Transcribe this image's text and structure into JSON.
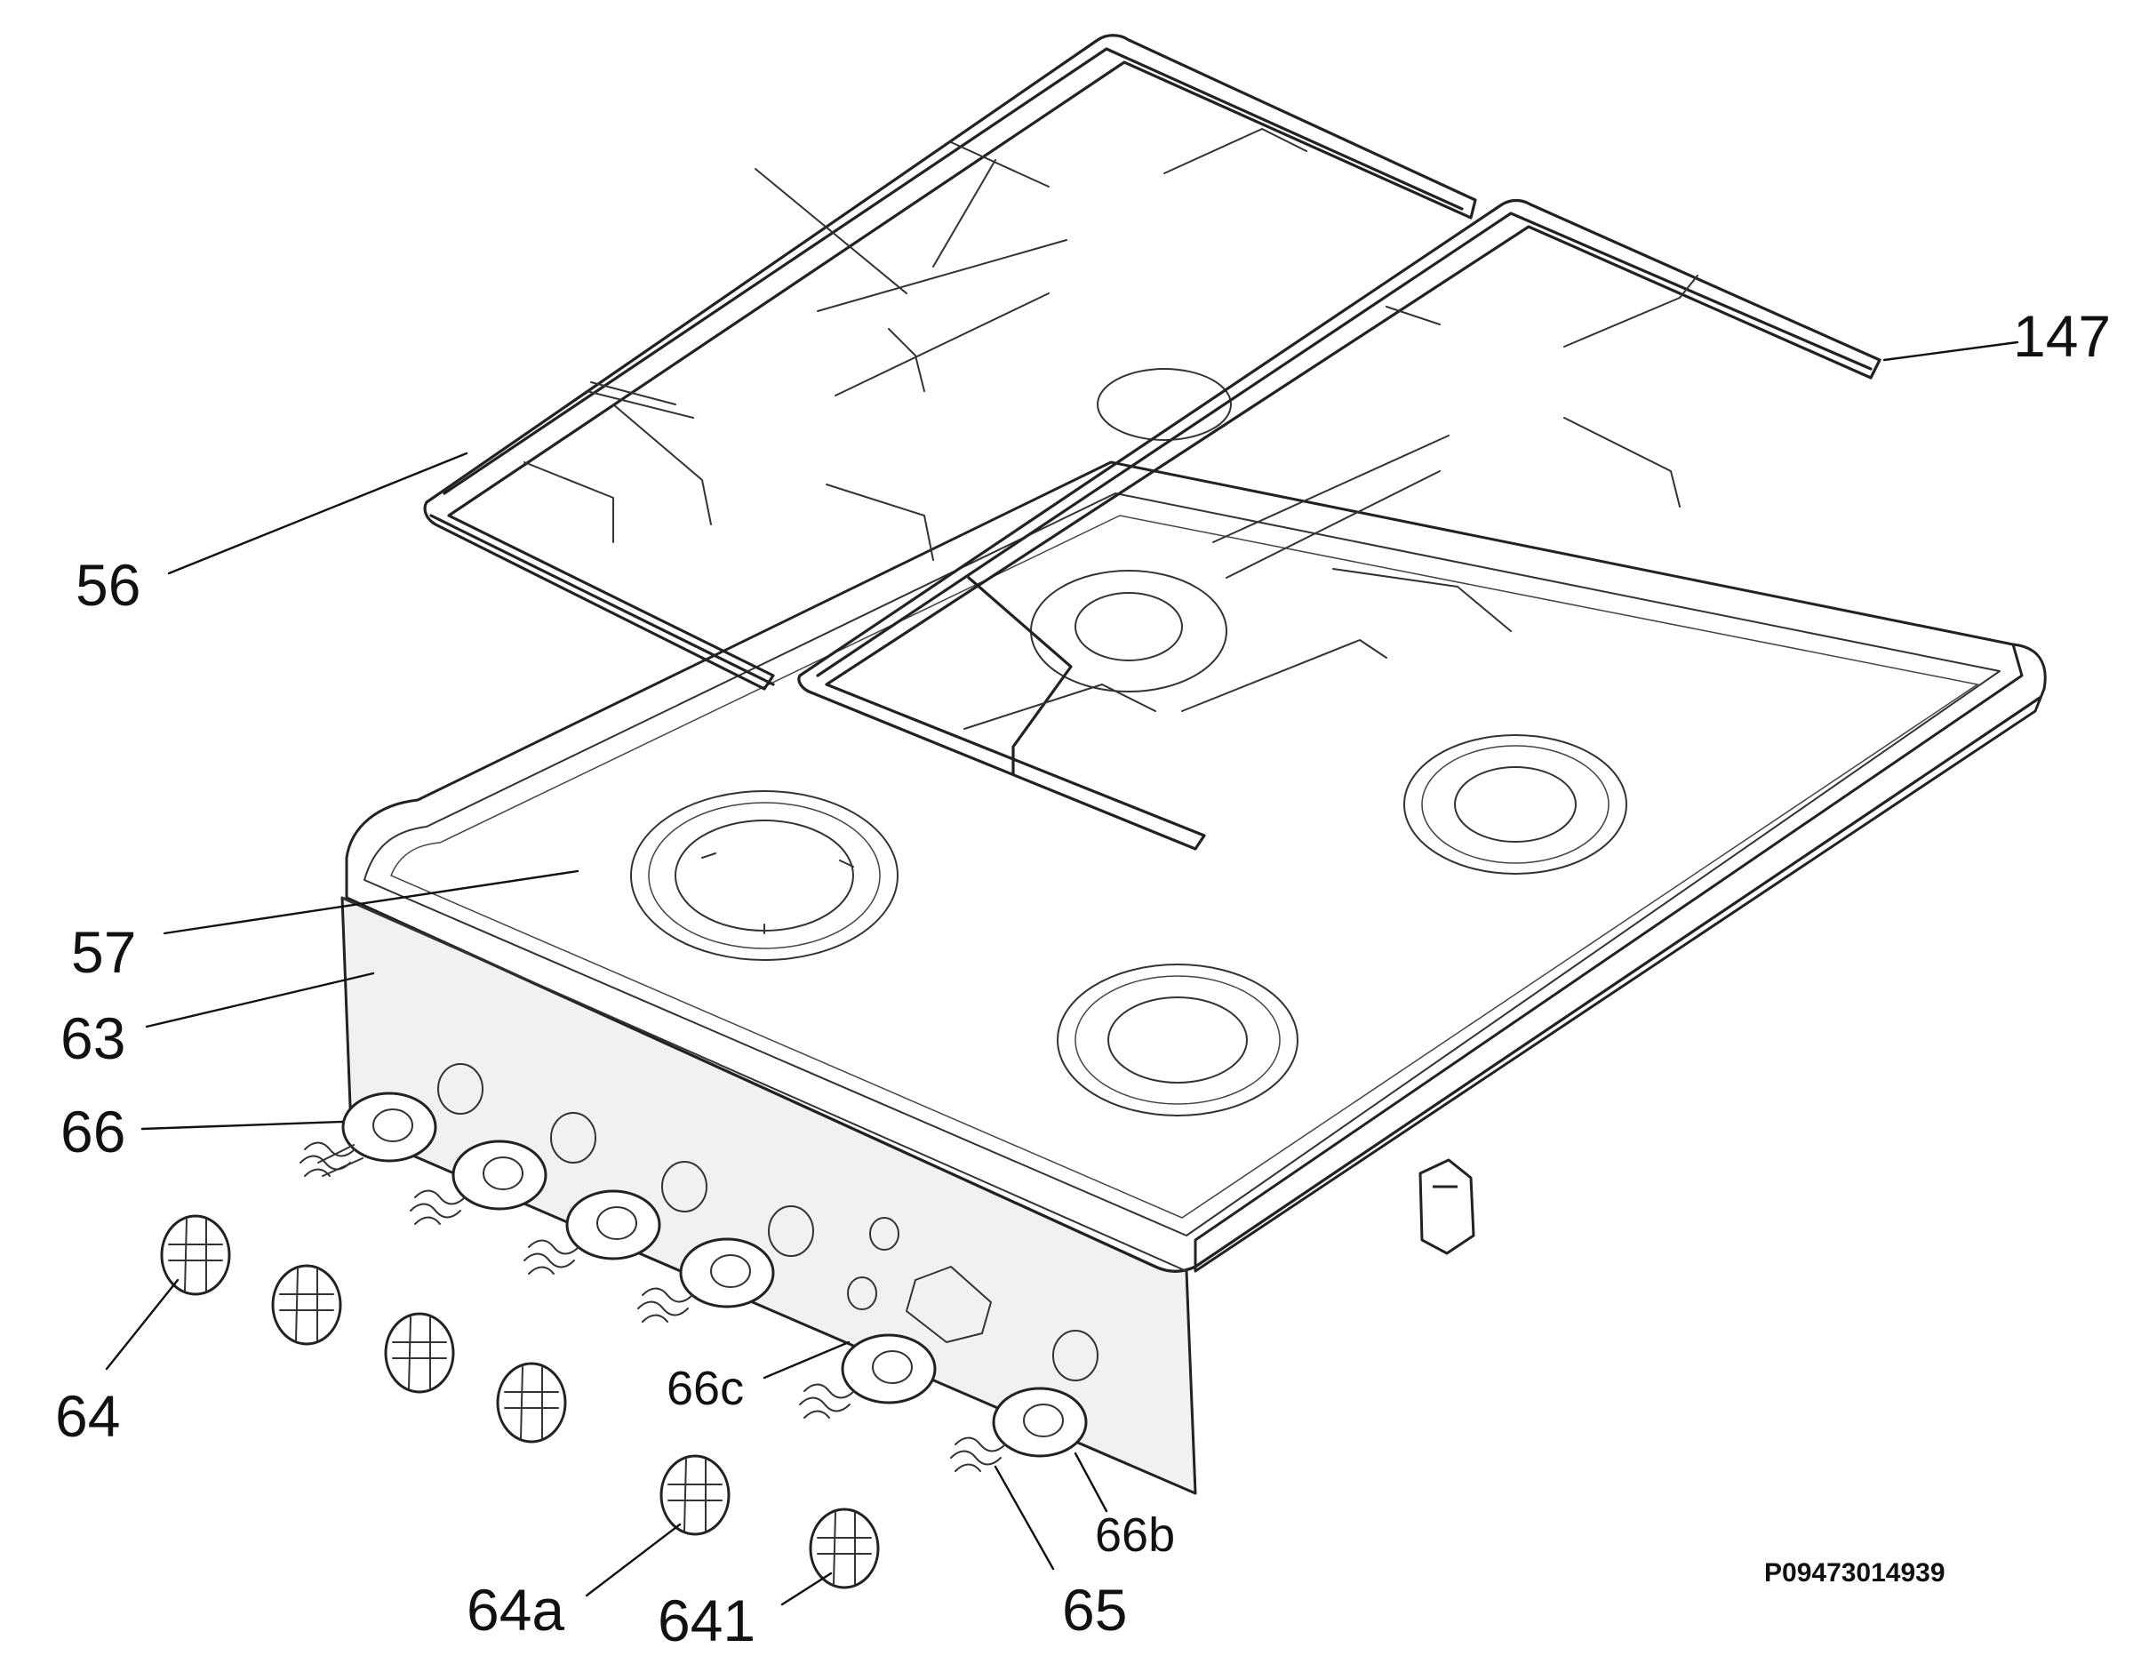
{
  "diagram": {
    "labels": {
      "grid_left": "56",
      "grid_right": "147",
      "hob_top": "57",
      "front_panel": "63",
      "tap_ring": "66",
      "knob": "64",
      "knob_a": "64a",
      "knob_641": "641",
      "tap_ring_c": "66c",
      "tap_ring_b": "66b",
      "spring": "65"
    },
    "reference": "P09473014939"
  },
  "colors": {
    "line": "#222222",
    "background": "#ffffff"
  }
}
